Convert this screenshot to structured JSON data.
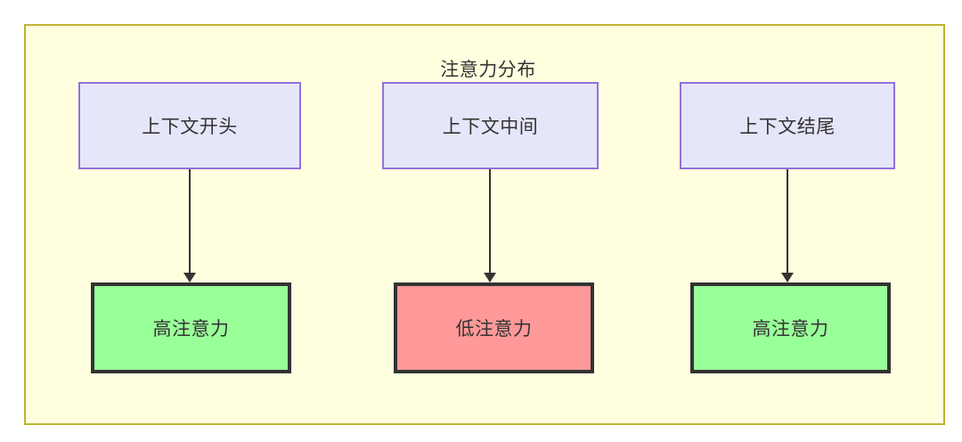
{
  "diagram": {
    "title": "注意力分布",
    "container_fill": "#FFFFE0",
    "container_border": "#BDB434",
    "nodes": {
      "context_start": {
        "label": "上下文开头",
        "fill": "#E6E6FA",
        "border": "#9370DB"
      },
      "context_middle": {
        "label": "上下文中间",
        "fill": "#E6E6FA",
        "border": "#9370DB"
      },
      "context_end": {
        "label": "上下文结尾",
        "fill": "#E6E6FA",
        "border": "#9370DB"
      },
      "attention_start": {
        "label": "高注意力",
        "fill": "#99FF99",
        "border": "#333333"
      },
      "attention_middle": {
        "label": "低注意力",
        "fill": "#FF9999",
        "border": "#333333"
      },
      "attention_end": {
        "label": "高注意力",
        "fill": "#99FF99",
        "border": "#333333"
      }
    },
    "edges": [
      {
        "from": "context_start",
        "to": "attention_start",
        "label": ""
      },
      {
        "from": "context_middle",
        "to": "attention_middle",
        "label": ""
      },
      {
        "from": "context_end",
        "to": "attention_end",
        "label": ""
      }
    ]
  }
}
